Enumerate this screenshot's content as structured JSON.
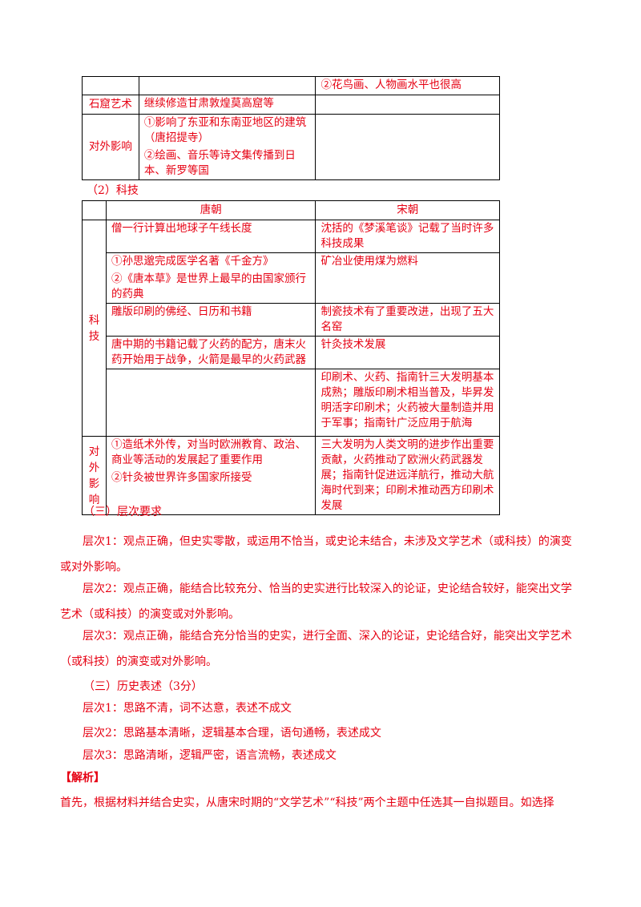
{
  "table1": {
    "rows": [
      {
        "label": "",
        "tang": "",
        "song": "②花鸟画、人物画水平也很高"
      },
      {
        "label": "石窟艺术",
        "tang": "继续修造甘肃敦煌莫高窟等",
        "song": ""
      },
      {
        "label": "对外影响",
        "tang": [
          "①影响了东亚和东南亚地区的建筑（唐招提寺）",
          "②绘画、音乐等诗文集传播到日本、新罗等国"
        ],
        "song": ""
      }
    ]
  },
  "section_keji": "（2）科技",
  "table2": {
    "header": {
      "tang": "唐朝",
      "song": "宋朝"
    },
    "group1_label": "科技",
    "group2_label": "对外影响",
    "rows": [
      {
        "tang": [
          "僧一行计算出地球子午线长度"
        ],
        "song": [
          "沈括的《梦溪笔谈》记载了当时许多科技成果"
        ]
      },
      {
        "tang": [
          "①孙思邈完成医学名著《千金方》",
          "②《唐本草》是世界上最早的由国家颁行的药典"
        ],
        "song": [
          "矿冶业使用煤为燃料"
        ]
      },
      {
        "tang": [
          "雕版印刷的佛经、日历和书籍"
        ],
        "song": [
          "制瓷技术有了重要改进，出现了五大名窑"
        ]
      },
      {
        "tang": [
          "唐中期的书籍记载了火药的配方，唐末火药开始用于战争，火箭是最早的火药武器"
        ],
        "song": [
          "针灸技术发展"
        ]
      },
      {
        "tang": [],
        "song": [
          "印刷术、火药、指南针三大发明基本成熟；雕版印刷术相当普及，毕昇发明活字印刷术；火药被大量制造并用于军事；指南针广泛应用于航海"
        ]
      }
    ],
    "influence": {
      "tang": [
        "①造纸术外传，对当时欧洲教育、政治、商业等活动的发展起了重要作用",
        "②针灸被世界许多国家所接受"
      ],
      "song": [
        "三大发明为人类文明的进步作出重要贡献，火药推动了欧洲火药武器发展；指南针促进远洋航行，推动大航海时代到来；印刷术推动西方印刷术发展"
      ]
    }
  },
  "levels": {
    "heading": "（三）层次要求",
    "l1": "层次1：观点正确，但史实零散，或运用不恰当，或史论未结合，未涉及文学艺术（或科技）的演变或对外影响。",
    "l2": "层次2：观点正确，能结合比较充分、恰当的史实进行比较深入的论证，史论结合较好，能突出文学艺术（或科技）的演变或对外影响。",
    "l3": "层次3：观点正确，能结合充分恰当的史实，进行全面、深入的论证，史论结合好，能突出文学艺术（或科技）的演变或对外影响。"
  },
  "expression": {
    "heading": "（三）历史表述（3分）",
    "l1": "层次1：思路不清，词不达意，表述不成文",
    "l2": "层次2：思路基本清晰，逻辑基本合理，语句通畅，表述成文",
    "l3": "层次3：思路清晰，逻辑严密，语言流畅，表述成文"
  },
  "analysis": {
    "label": "【解析】",
    "text": "首先，根据材料并结合史实，从唐宋时期的“文学艺术”“科技”两个主题中任选其一自拟题目。如选择"
  }
}
